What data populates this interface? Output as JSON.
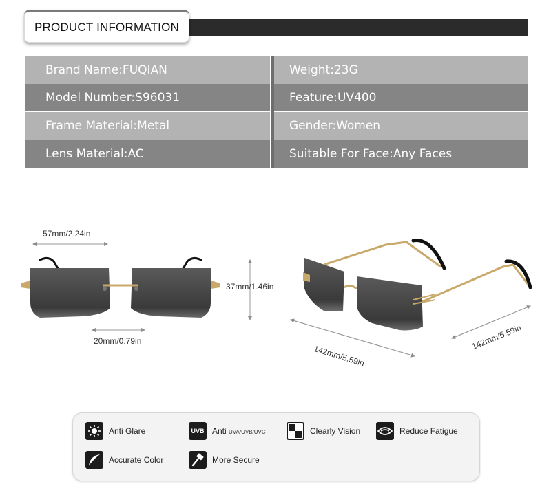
{
  "header": {
    "title": "PRODUCT INFORMATION"
  },
  "specs": {
    "rows": [
      {
        "left": "Brand Name:FUQIAN",
        "right": "Weight:23G"
      },
      {
        "left": "Model Number:S96031",
        "right": "Feature:UV400"
      },
      {
        "left": "Frame Material:Metal",
        "right": "Gender:Women"
      },
      {
        "left": "Lens Material:AC",
        "right": "Suitable For Face:Any Faces"
      }
    ]
  },
  "dimensions": {
    "lens_width": "57mm/2.24in",
    "lens_height": "37mm/1.46in",
    "bridge": "20mm/0.79in",
    "frame_width": "142mm/5.59in",
    "temple_length": "142mm/5.59in"
  },
  "features": {
    "anti_glare": "Anti Glare",
    "anti_uv": "Anti",
    "anti_uv_sub": "UVA/UVB/UVC",
    "uvb_icon_text": "UVB",
    "clearly_vision": "Clearly Vision",
    "reduce_fatigue": "Reduce Fatigue",
    "accurate_color": "Accurate Color",
    "more_secure": "More Secure"
  },
  "colors": {
    "header_bar": "#2b2b2b",
    "row_light": "#b3b3b3",
    "row_dark": "#858585",
    "lens": "#3a3a3a",
    "frame_gold": "#c9a96a"
  }
}
